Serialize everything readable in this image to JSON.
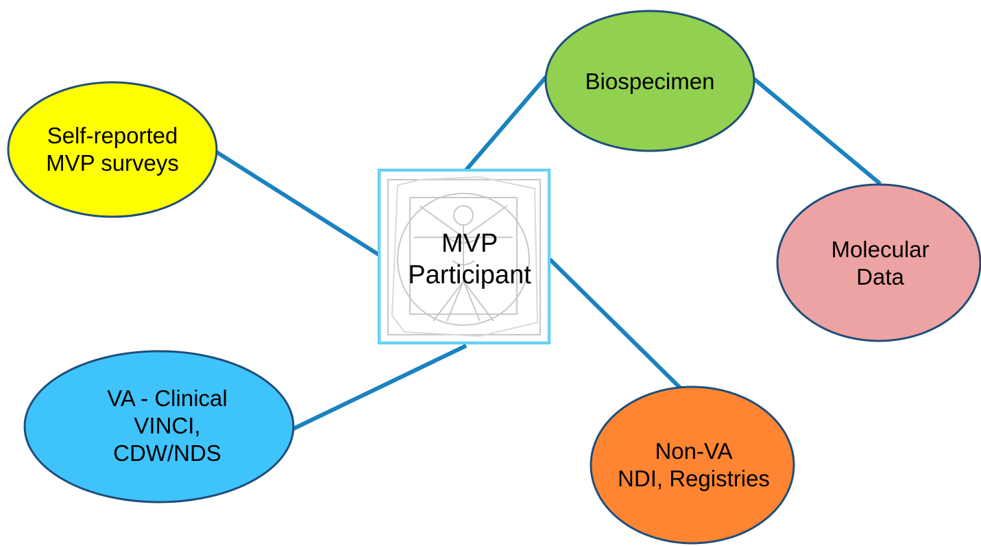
{
  "diagram": {
    "center": {
      "line1": "MVP",
      "line2": "Participant",
      "icon": "vitruvian-man-icon",
      "border_color": "#3fc3f0"
    },
    "nodes": {
      "surveys": {
        "line1": "Self-reported",
        "line2": "MVP surveys",
        "fill": "#ffff00"
      },
      "biospecimen": {
        "line1": "Biospecimen",
        "fill": "#92d050"
      },
      "molecular": {
        "line1": "Molecular",
        "line2": "Data",
        "fill": "#eda3a3"
      },
      "clinical": {
        "line1": "VA - Clinical",
        "line2": "VINCI,",
        "line3": "CDW/NDS",
        "fill": "#3fc3fb"
      },
      "nonva": {
        "line1": "Non-VA",
        "line2": "NDI, Registries",
        "fill": "#ff8533"
      }
    },
    "colors": {
      "outline": "#1f4e79",
      "connector": "#1b82bf"
    }
  }
}
